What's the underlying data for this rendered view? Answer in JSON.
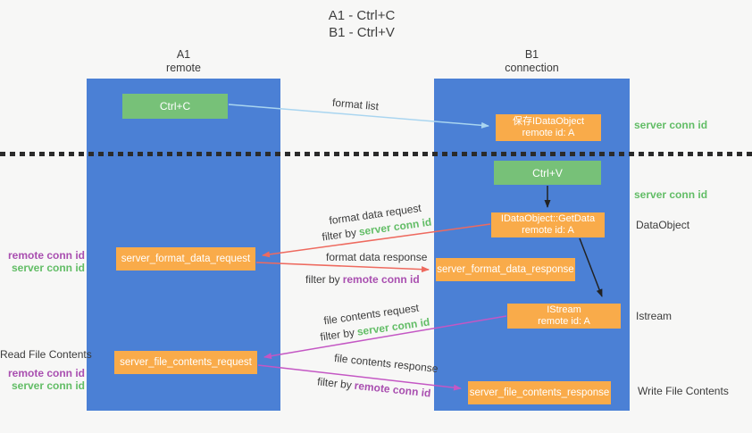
{
  "title": {
    "line1": "A1 - Ctrl+C",
    "line2": "B1 - Ctrl+V"
  },
  "lanes": {
    "a1": {
      "name": "A1",
      "subtitle": "remote"
    },
    "b1": {
      "name": "B1",
      "subtitle": "connection"
    }
  },
  "nodes": {
    "ctrl_c": {
      "label": "Ctrl+C"
    },
    "ctrl_v": {
      "label": "Ctrl+V"
    },
    "save_dataobject": {
      "line1": "保存IDataObject",
      "line2": "remote id: A"
    },
    "getdata": {
      "line1": "IDataObject::GetData",
      "line2": "remote id: A"
    },
    "istream": {
      "line1": "IStream",
      "line2": "remote id: A"
    },
    "format_request": {
      "label": "server_format_data_request"
    },
    "format_response": {
      "label": "server_format_data_response"
    },
    "file_request": {
      "label": "server_file_contents_request"
    },
    "file_response": {
      "label": "server_file_contents_response"
    }
  },
  "right_labels": {
    "server_conn_top": "server conn id",
    "server_conn_mid": "server conn id",
    "dataobject": "DataObject",
    "istream": "Istream",
    "write_file": "Write File Contents"
  },
  "left_labels": {
    "remote_conn_1": "remote conn id",
    "server_conn_1": "server conn id",
    "read_file": "Read File Contents",
    "remote_conn_2": "remote conn id",
    "server_conn_2": "server conn id"
  },
  "arrow_labels": {
    "format_list": "format list",
    "format_data_request": "format data request",
    "format_data_response": "format data response",
    "file_contents_request": "file contents request",
    "file_contents_response": "file contents response",
    "filter_by": "filter by",
    "server_conn_id": "server conn id",
    "remote_conn_id": "remote conn id"
  },
  "colors": {
    "lane_blue": "#4b80d5",
    "node_green": "#77c178",
    "node_orange": "#f9ab4a",
    "text_green": "#62bd66",
    "text_purple": "#a94fb0",
    "arrow_red": "#ee6a5f",
    "arrow_magenta": "#c457c4",
    "arrow_blue": "#a9d5f0",
    "arrow_black": "#222222",
    "background": "#f7f7f6"
  }
}
